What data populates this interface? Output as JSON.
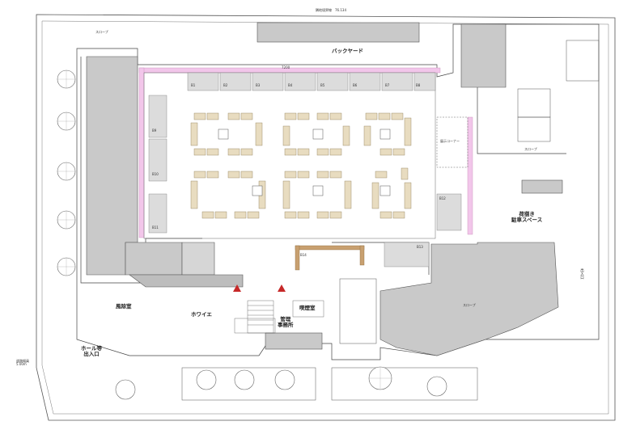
{
  "labels": {
    "road_top": "隣地境界線　76.134",
    "backyard": "バックヤード",
    "foyer": "ホワイエ",
    "windbreak": "風除室",
    "hall_entrance": "ホール等\n出入口",
    "mgmt_office": "管理\n事務所",
    "smoking": "喫煙室",
    "loading": "荷捌き\n駐車スペース",
    "road_width": "道路幅員\n5.00m",
    "right_entrance": "出入口",
    "slope1": "スロープ",
    "slope2": "スロープ",
    "slope3": "スロープ",
    "wall_dim": "7200",
    "corner_text": "展示コーナー"
  },
  "booth_numbers": [
    "B1",
    "B2",
    "B3",
    "B4",
    "B5",
    "B6",
    "B7",
    "B8",
    "B9",
    "B10",
    "B11",
    "B12",
    "B13",
    "B14"
  ],
  "colors": {
    "line": "#444444",
    "building": "#c9c9c9",
    "booth": "#e8dcc0",
    "booth_stroke": "#8a7a55",
    "pink": "#f2c6ea",
    "wood": "#c8a070",
    "triangle": "#c62828",
    "tree": "#666666"
  }
}
